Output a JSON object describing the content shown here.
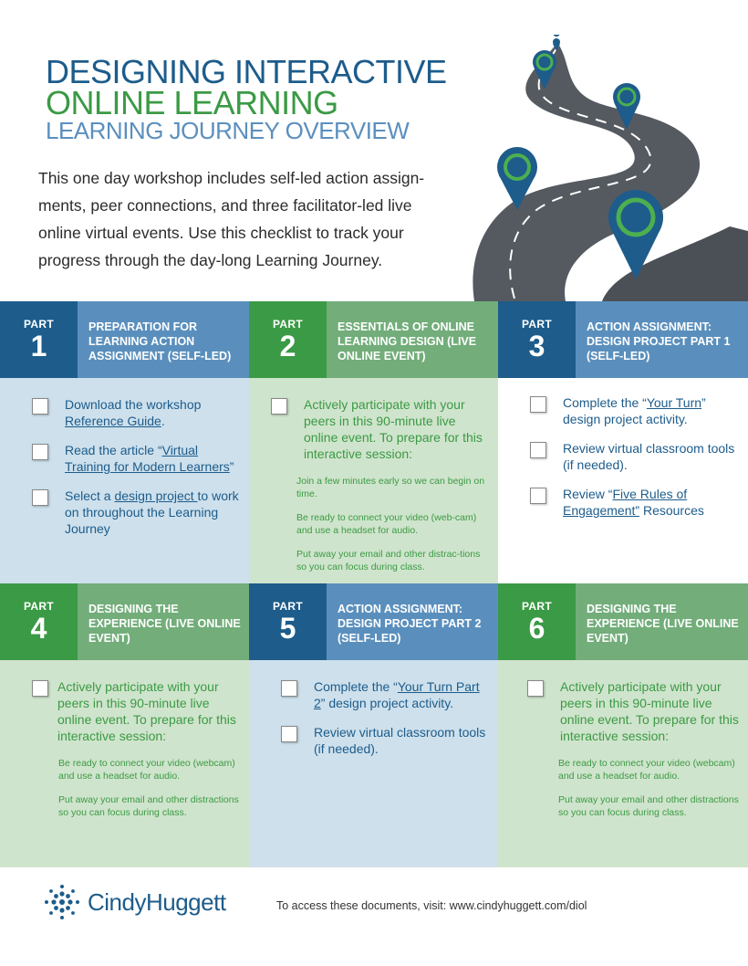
{
  "header": {
    "title_line1": "DESIGNING INTERACTIVE",
    "title_line2": "ONLINE LEARNING",
    "title_line3": "LEARNING JOURNEY OVERVIEW",
    "intro": "This one day workshop includes self-led action assign-ments, peer connections, and three facilitator-led live online virtual events. Use this checklist to track your progress through the day-long Learning Journey."
  },
  "colors": {
    "dark_blue": "#1d5c8b",
    "mid_blue": "#5a8fbd",
    "dark_green": "#3b9a45",
    "mid_green": "#72ad7a",
    "light_blue_bg": "#cde0ec",
    "light_green_bg": "#cfe4cc"
  },
  "parts": [
    {
      "label": "PART",
      "number": "1",
      "title": "PREPARATION FOR LEARNING ACTION ASSIGNMENT (SELF-LED)",
      "items": [
        {
          "pre": "Download the workshop ",
          "link": "Reference Guide",
          "post": "."
        },
        {
          "pre": "Read the article “",
          "link": "Virtual Training for Modern Learners",
          "post": "”"
        },
        {
          "pre": "Select a ",
          "link": "design project ",
          "post": "to work on throughout the Learning Journey"
        }
      ]
    },
    {
      "label": "PART",
      "number": "2",
      "title": "ESSENTIALS OF ONLINE LEARNING DESIGN (LIVE ONLINE EVENT)",
      "items": [
        {
          "pre": "Actively participate with your peers in this 90-minute live online event. To prepare for this interactive session:",
          "link": "",
          "post": ""
        }
      ],
      "subs": [
        "Join a few minutes early so we can begin on time.",
        "Be ready to connect your video (web-cam) and use a headset for audio.",
        "Put away your email and other distrac-tions so you can focus during class."
      ]
    },
    {
      "label": "PART",
      "number": "3",
      "title": "ACTION ASSIGNMENT: DESIGN PROJECT PART 1 (SELF-LED)",
      "items": [
        {
          "pre": "Complete the “",
          "link": "Your Turn",
          "post": "” design project activity."
        },
        {
          "pre": "Review virtual classroom tools (if needed).",
          "link": "",
          "post": ""
        },
        {
          "pre": "Review “",
          "link": "Five Rules of Engagement”",
          "post": " Resources"
        }
      ]
    },
    {
      "label": "PART",
      "number": "4",
      "title": "DESIGNING THE EXPERIENCE (LIVE ONLINE EVENT)",
      "items": [
        {
          "pre": "Actively participate with your peers in this 90-minute live online event. To prepare for this interactive session:",
          "link": "",
          "post": ""
        }
      ],
      "subs": [
        "Be ready to connect your video (webcam) and use a headset for audio.",
        "Put away your email and other distractions so you can focus during class."
      ]
    },
    {
      "label": "PART",
      "number": "5",
      "title": "ACTION ASSIGNMENT: DESIGN PROJECT PART 2 (SELF-LED)",
      "items": [
        {
          "pre": "Complete the “",
          "link": "Your Turn Part 2",
          "post": "” design project activity."
        },
        {
          "pre": "Review virtual classroom tools (if needed).",
          "link": "",
          "post": ""
        }
      ]
    },
    {
      "label": "PART",
      "number": "6",
      "title": "DESIGNING THE EXPERIENCE (LIVE ONLINE EVENT)",
      "items": [
        {
          "pre": "Actively participate with your peers in this 90-minute live online event. To prepare for this interactive session:",
          "link": "",
          "post": ""
        }
      ],
      "subs": [
        "Be ready to connect your video (webcam) and use a headset for audio.",
        "Put away your email and other distractions so you can focus during class."
      ]
    }
  ],
  "footer": {
    "logo_text": "CindyHuggett",
    "access_text": "To access these documents, visit: www.cindyhuggett.com/diol"
  }
}
